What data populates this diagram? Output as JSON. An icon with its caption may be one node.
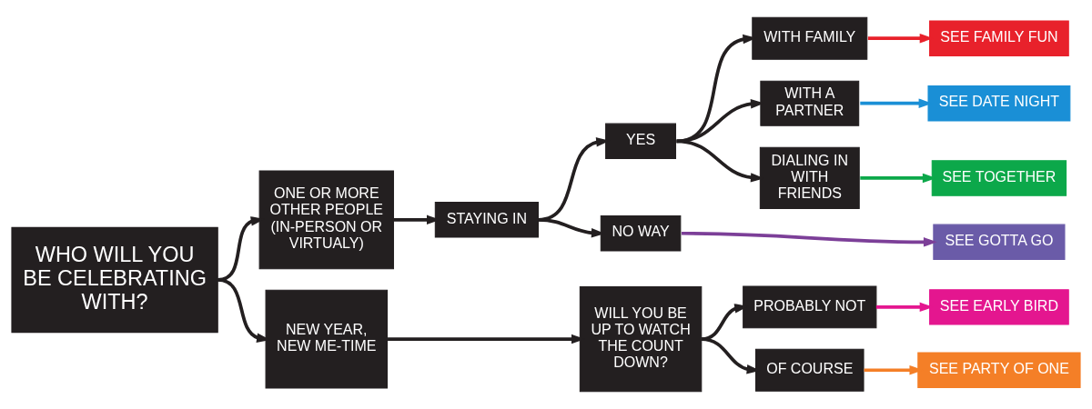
{
  "diagram": {
    "nodes": [
      {
        "text": [
          "WHO WILL YOU BE CELEBRATING WITH?"
        ]
      },
      {
        "text": [
          "ONE OR MORE OTHER PEOPLE (IN-PERSON OR VIRTUALY)"
        ]
      },
      {
        "text": [
          "NEW YEAR, NEW ME-TIME"
        ]
      },
      {
        "text": [
          "STAYING IN"
        ]
      },
      {
        "text": [
          "YES"
        ]
      },
      {
        "text": [
          "NO WAY"
        ]
      },
      {
        "text": [
          "WITH FAMILY"
        ]
      },
      {
        "text": [
          "WITH A PARTNER"
        ]
      },
      {
        "text": [
          "DIALING IN WITH FRIENDS"
        ]
      },
      {
        "text": [
          "SEE FAMILY FUN"
        ]
      },
      {
        "text": [
          "SEE DATE NIGHT"
        ]
      },
      {
        "text": [
          "SEE TOGETHER"
        ]
      },
      {
        "text": [
          "SEE GOTTA GO"
        ]
      },
      {
        "text": [
          "WILL YOU BE UP TO WATCH THE COUNT DOWN?"
        ]
      },
      {
        "text": [
          "PROBABLY NOT"
        ]
      },
      {
        "text": [
          "OF COURSE"
        ]
      },
      {
        "text": [
          "SEE EARLY BIRD"
        ]
      },
      {
        "text": [
          "SEE PARTY OF ONE"
        ]
      }
    ],
    "edges": [
      {
        "from": 0,
        "to": 1,
        "arrow": "to"
      },
      {
        "from": 0,
        "to": 2,
        "arrow": "to"
      },
      {
        "from": 1,
        "to": 3,
        "arrow": "to"
      },
      {
        "from": 3,
        "to": 4,
        "arrow": "to"
      },
      {
        "from": 3,
        "to": 5,
        "arrow": "to"
      },
      {
        "from": 4,
        "to": 6,
        "arrow": "to"
      },
      {
        "from": 4,
        "to": 7,
        "arrow": "to"
      },
      {
        "from": 4,
        "to": 8,
        "arrow": "to"
      },
      {
        "from": 6,
        "to": 9,
        "arrow": "to",
        "color": "#e8212b"
      },
      {
        "from": 7,
        "to": 10,
        "arrow": "to",
        "color": "#1a8fd6"
      },
      {
        "from": 8,
        "to": 11,
        "arrow": "to",
        "color": "#0ca84a"
      },
      {
        "from": 5,
        "to": 12,
        "arrow": "to",
        "color": "#7c3f98"
      },
      {
        "from": 2,
        "to": 13,
        "arrow": "to"
      },
      {
        "from": 13,
        "to": 14,
        "arrow": "to"
      },
      {
        "from": 13,
        "to": 15,
        "arrow": "to"
      },
      {
        "from": 14,
        "to": 16,
        "arrow": "to",
        "color": "#e4168f"
      },
      {
        "from": 15,
        "to": 17,
        "arrow": "to",
        "color": "#f47f27"
      }
    ]
  }
}
